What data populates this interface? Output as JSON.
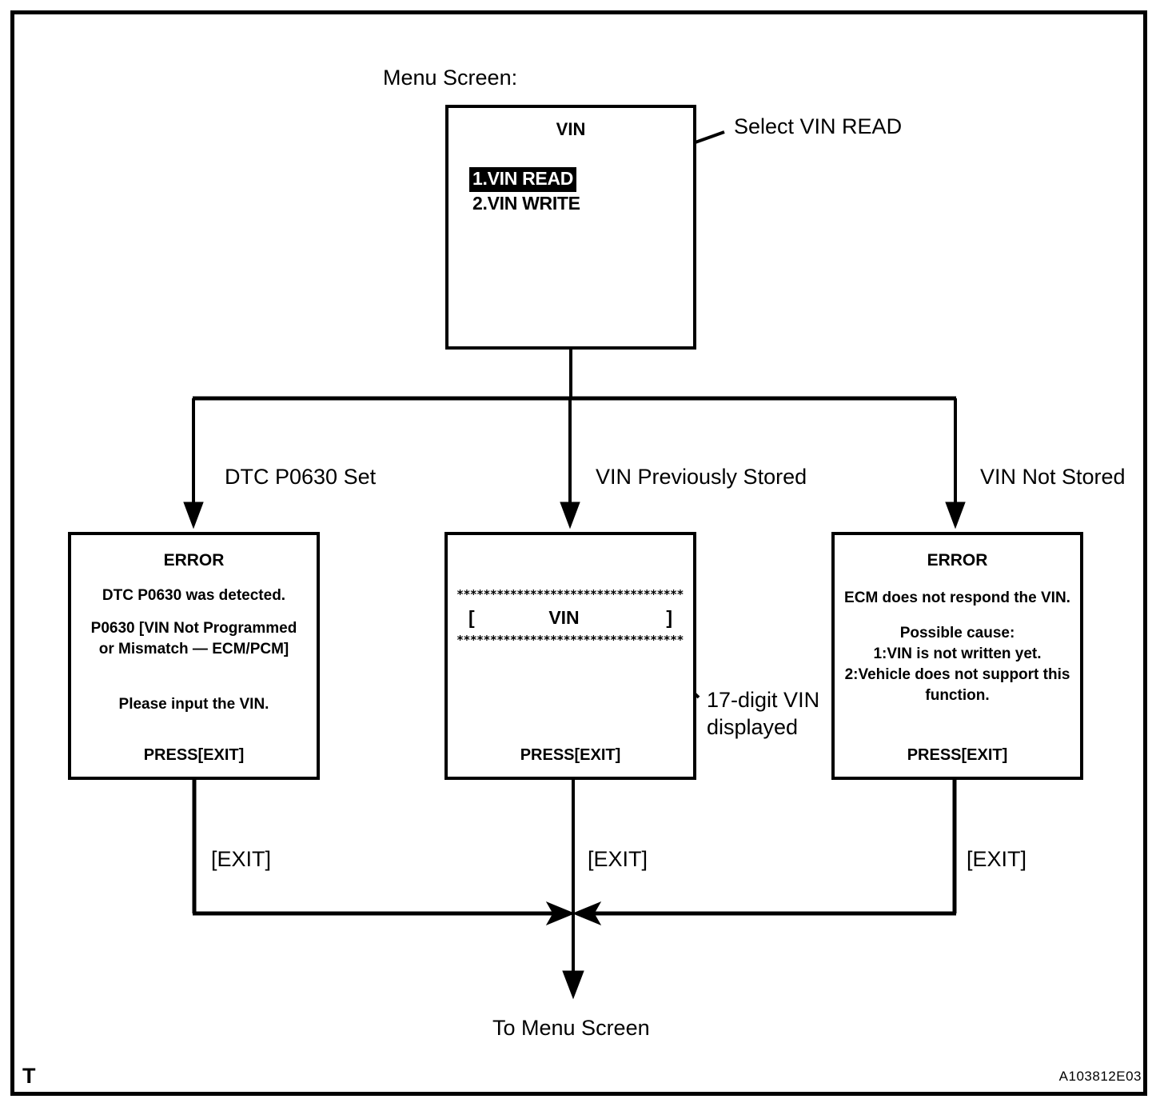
{
  "figure": {
    "corner_mark": "T",
    "figure_code": "A103812E03"
  },
  "menu": {
    "caption": "Menu Screen:",
    "screen_title": "VIN",
    "items": [
      {
        "label": "1.VIN READ",
        "selected": true
      },
      {
        "label": "2.VIN WRITE",
        "selected": false
      }
    ],
    "callout": "Select VIN READ"
  },
  "branches": [
    {
      "label": "DTC P0630 Set"
    },
    {
      "label": "VIN Previously Stored"
    },
    {
      "label": "VIN Not Stored"
    }
  ],
  "screens": {
    "error_dtc": {
      "title": "ERROR",
      "line1": "DTC P0630 was detected.",
      "line2a": "P0630  [VIN Not Programmed",
      "line2b": "or Mismatch — ECM/PCM]",
      "line3": "Please input the VIN.",
      "press": "PRESS[EXIT]"
    },
    "vin_display": {
      "stars_top": "**********************************",
      "bracket_open": "[",
      "vin_label": "VIN",
      "bracket_close": "]",
      "stars_bottom": "**********************************",
      "press": "PRESS[EXIT]",
      "callout_line1": "17-digit VIN",
      "callout_line2": "displayed"
    },
    "error_no_response": {
      "title": "ERROR",
      "line1": "ECM does not respond the VIN.",
      "line2": "Possible cause:",
      "line3": "1:VIN is not written yet.",
      "line4": "2:Vehicle does not support this",
      "line5": "function.",
      "press": "PRESS[EXIT]"
    }
  },
  "exits": [
    {
      "label": "[EXIT]"
    },
    {
      "label": "[EXIT]"
    },
    {
      "label": "[EXIT]"
    }
  ],
  "footer": {
    "to_menu": "To Menu Screen"
  },
  "colors": {
    "ink": "#000000",
    "paper": "#ffffff",
    "highlight_bg": "#000000",
    "highlight_fg": "#ffffff"
  }
}
